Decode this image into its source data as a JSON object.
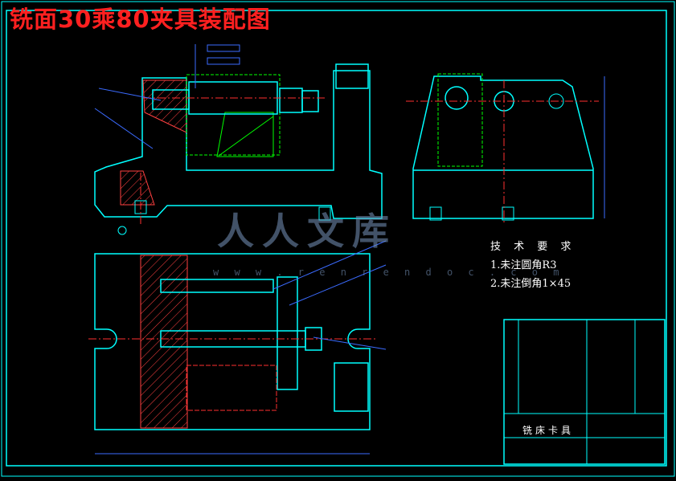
{
  "title": "铣面30乘80夹具装配图",
  "technical_requirements": {
    "heading": "技 术 要 求",
    "items": [
      "1.未注圆角R3",
      "2.未注倒角1×45"
    ]
  },
  "title_block": {
    "drawing_name": "铣床卡具"
  },
  "watermark": {
    "text": "人人文库",
    "url": "w w w . r e n r e n d o c . c o m"
  },
  "colors": {
    "background": "#000000",
    "outline": "#00ffff",
    "title": "#ff2020",
    "center_line": "#ff3030",
    "hatch": "#ff4040",
    "leader": "#3b6bff",
    "hidden": "#ffff00",
    "part_green": "#00ff00",
    "text": "#ffffff"
  }
}
